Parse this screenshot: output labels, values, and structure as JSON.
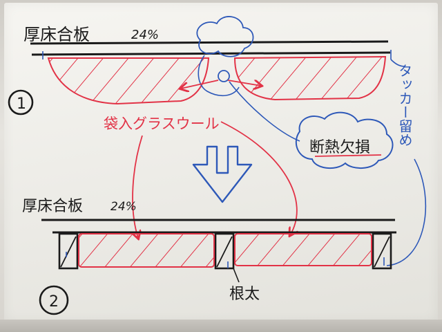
{
  "labels": {
    "plywood_top": "厚床合板",
    "plywood_top_dim": "24%",
    "plywood_bottom": "厚床合板",
    "plywood_bottom_dim": "24%",
    "step_one": "1",
    "step_two": "2",
    "insulation": "袋入グラスウール",
    "tacker": "タッカー留め",
    "defect": "断熱欠損",
    "joist": "根太"
  },
  "colors": {
    "marker_black": "#1a1a1a",
    "marker_red": "#e23246",
    "marker_blue": "#2d58b8",
    "board": "#f2f1ed"
  }
}
